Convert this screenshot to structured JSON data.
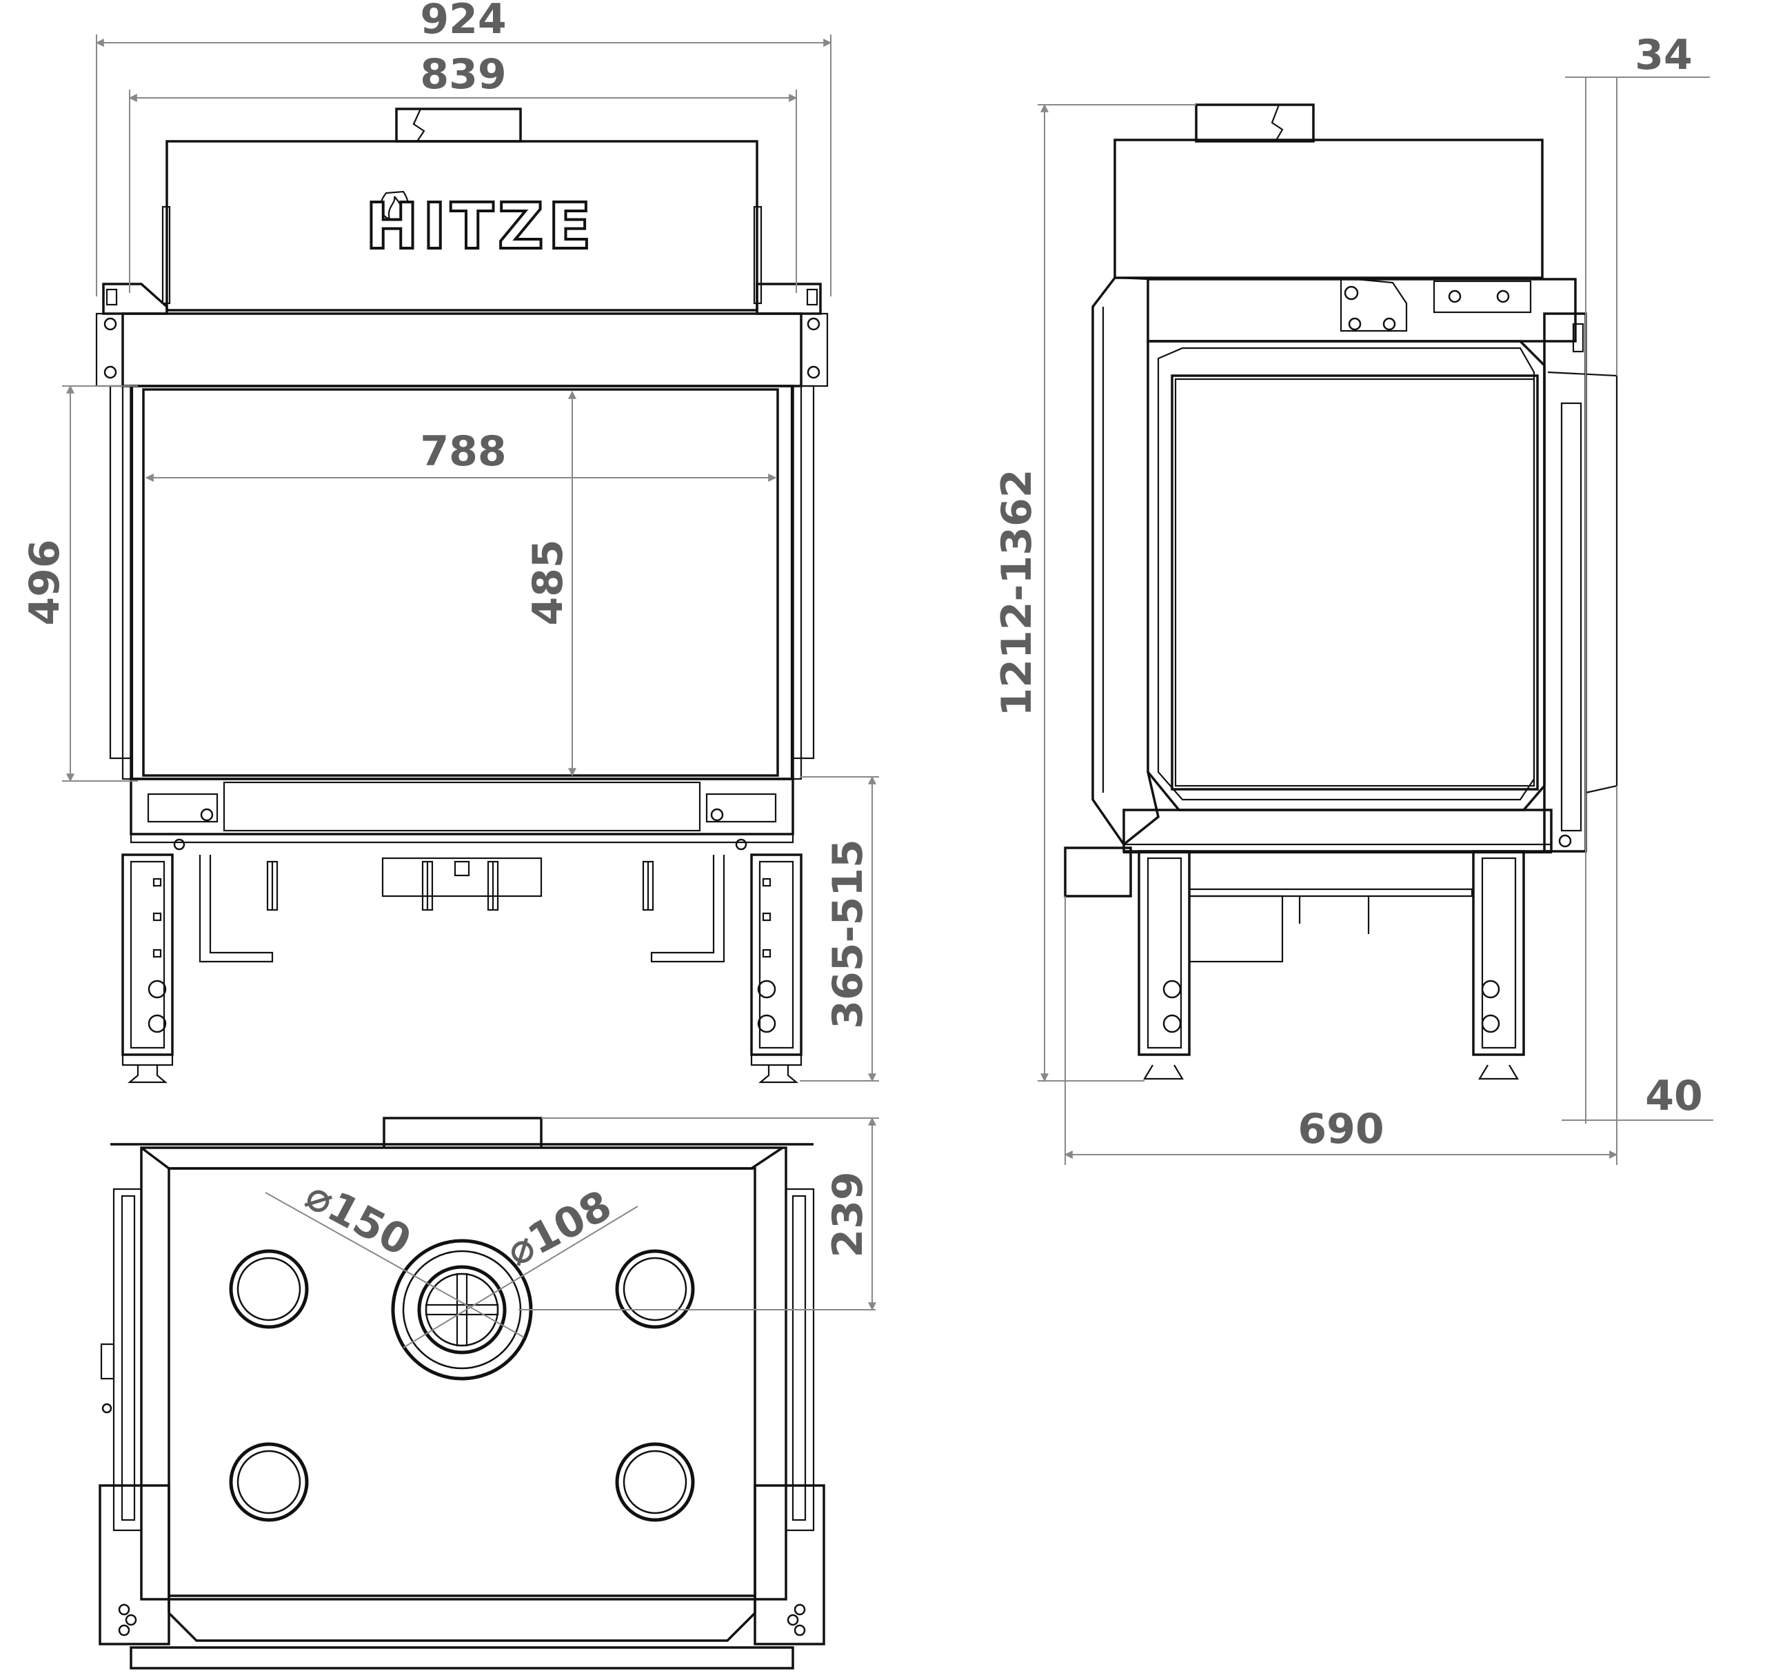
{
  "brand": "HITZE",
  "colors": {
    "outline": "#111111",
    "dimension": "#888888",
    "dimension_text": "#5f5f5f"
  },
  "icons": [
    "flame-logo-icon"
  ],
  "front_view": {
    "total_width": "924",
    "body_width": "839",
    "glass_width": "788",
    "glass_height": "485",
    "door_height": "496",
    "leg_height": "365-515"
  },
  "side_view": {
    "top_offset": "34",
    "total_height": "1212-1362",
    "depth": "690",
    "bottom_offset": "40"
  },
  "top_view": {
    "flue_outer_diameter": "150",
    "flue_inner_diameter": "108",
    "flue_offset": "239"
  }
}
